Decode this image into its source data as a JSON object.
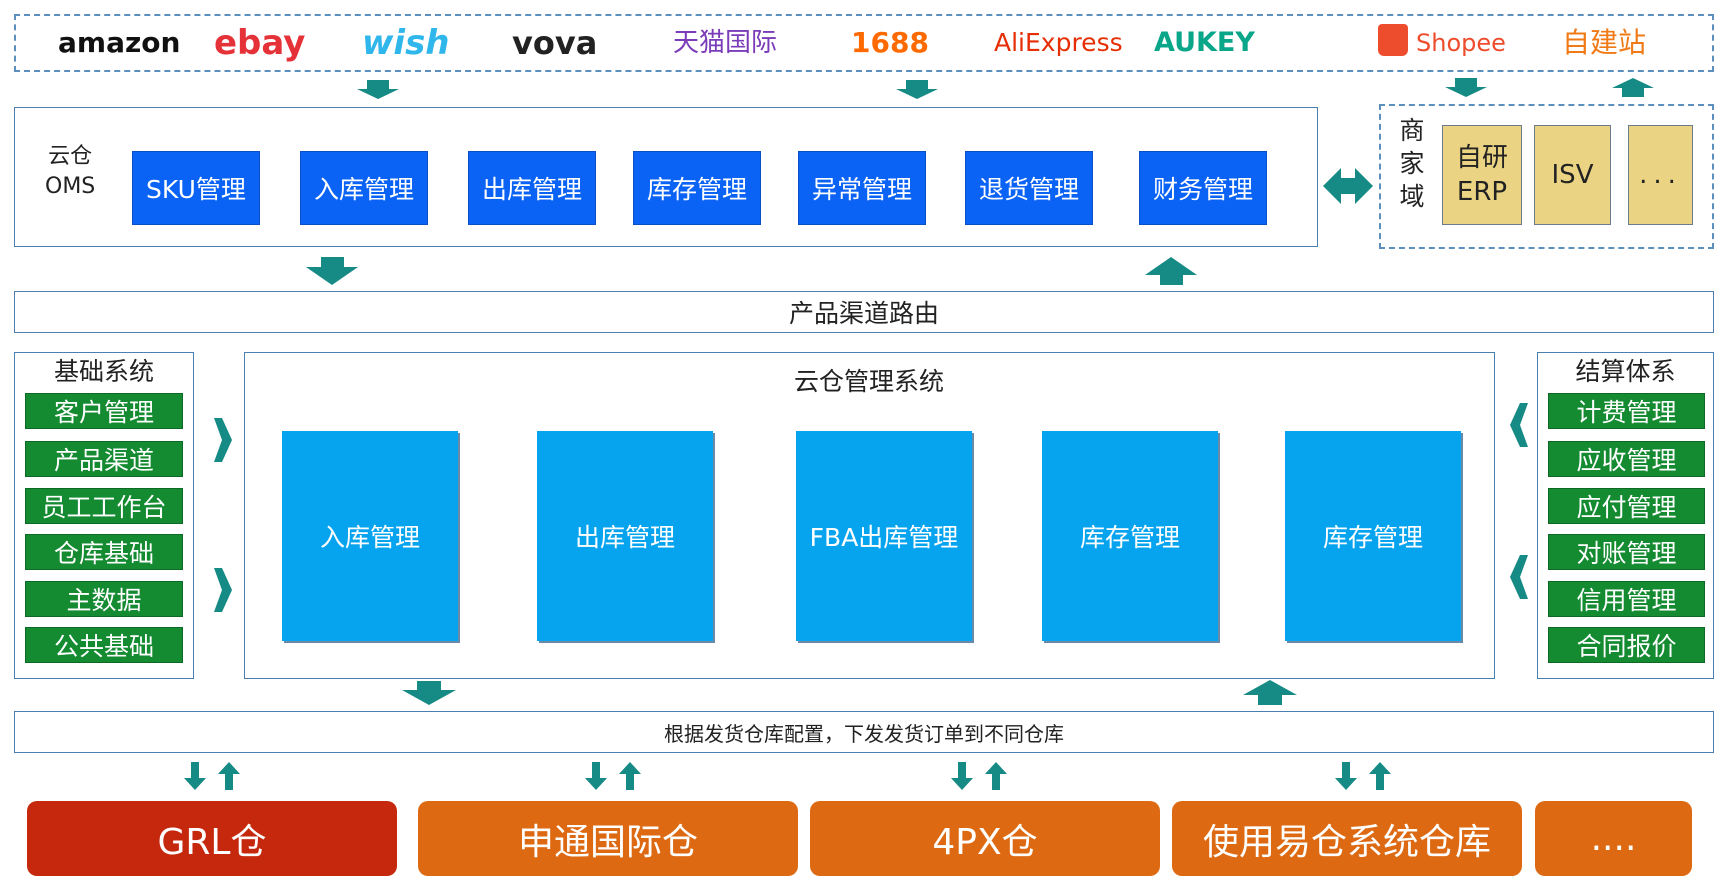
{
  "platforms": [
    {
      "name": "amazon",
      "color": "#111111"
    },
    {
      "name": "ebay",
      "color": "#e53238"
    },
    {
      "name": "wish",
      "color": "#2fb7ec"
    },
    {
      "name": "vova",
      "color": "#222222"
    },
    {
      "name": "天猫国际",
      "color": "#7a3cb8"
    },
    {
      "name": "1688",
      "color": "#ff6a00"
    },
    {
      "name": "AliExpress",
      "color": "#e62e04"
    },
    {
      "name": "AUKEY",
      "color": "#0aa68a"
    },
    {
      "name": "Shopee",
      "color": "#ee4d2d"
    },
    {
      "name": "自建站",
      "color": "#f07a16"
    }
  ],
  "oms": {
    "title_line1": "云仓",
    "title_line2": "OMS",
    "modules": [
      "SKU管理",
      "入库管理",
      "出库管理",
      "库存管理",
      "异常管理",
      "退货管理",
      "财务管理"
    ]
  },
  "merchant": {
    "title": "商\n家\n域",
    "boxes": [
      "自研\nERP",
      "ISV",
      "..."
    ]
  },
  "routing_label": "产品渠道路由",
  "base_system": {
    "title": "基础系统",
    "items": [
      "客户管理",
      "产品渠道",
      "员工工作台",
      "仓库基础",
      "主数据",
      "公共基础"
    ]
  },
  "warehouse_system": {
    "title": "云仓管理系统",
    "modules": [
      "入库管理",
      "出库管理",
      "FBA出库管理",
      "库存管理",
      "库存管理"
    ]
  },
  "settlement": {
    "title": "结算体系",
    "items": [
      "计费管理",
      "应收管理",
      "应付管理",
      "对账管理",
      "信用管理",
      "合同报价"
    ]
  },
  "dispatch_label": "根据发货仓库配置，下发发货订单到不同仓库",
  "warehouses": [
    {
      "name": "GRL仓",
      "color": "#c6280e"
    },
    {
      "name": "申通国际仓",
      "color": "#dd6a12"
    },
    {
      "name": "4PX仓",
      "color": "#dd6a12"
    },
    {
      "name": "使用易仓系统仓库",
      "color": "#dd6a12"
    },
    {
      "name": "....",
      "color": "#dd6a12"
    }
  ],
  "colors": {
    "arrow": "#168a84",
    "oms_module": "#0b63f5",
    "warehouse_module": "#06a3ef",
    "green_item": "#148a31",
    "merchant_box": "#ead483"
  }
}
